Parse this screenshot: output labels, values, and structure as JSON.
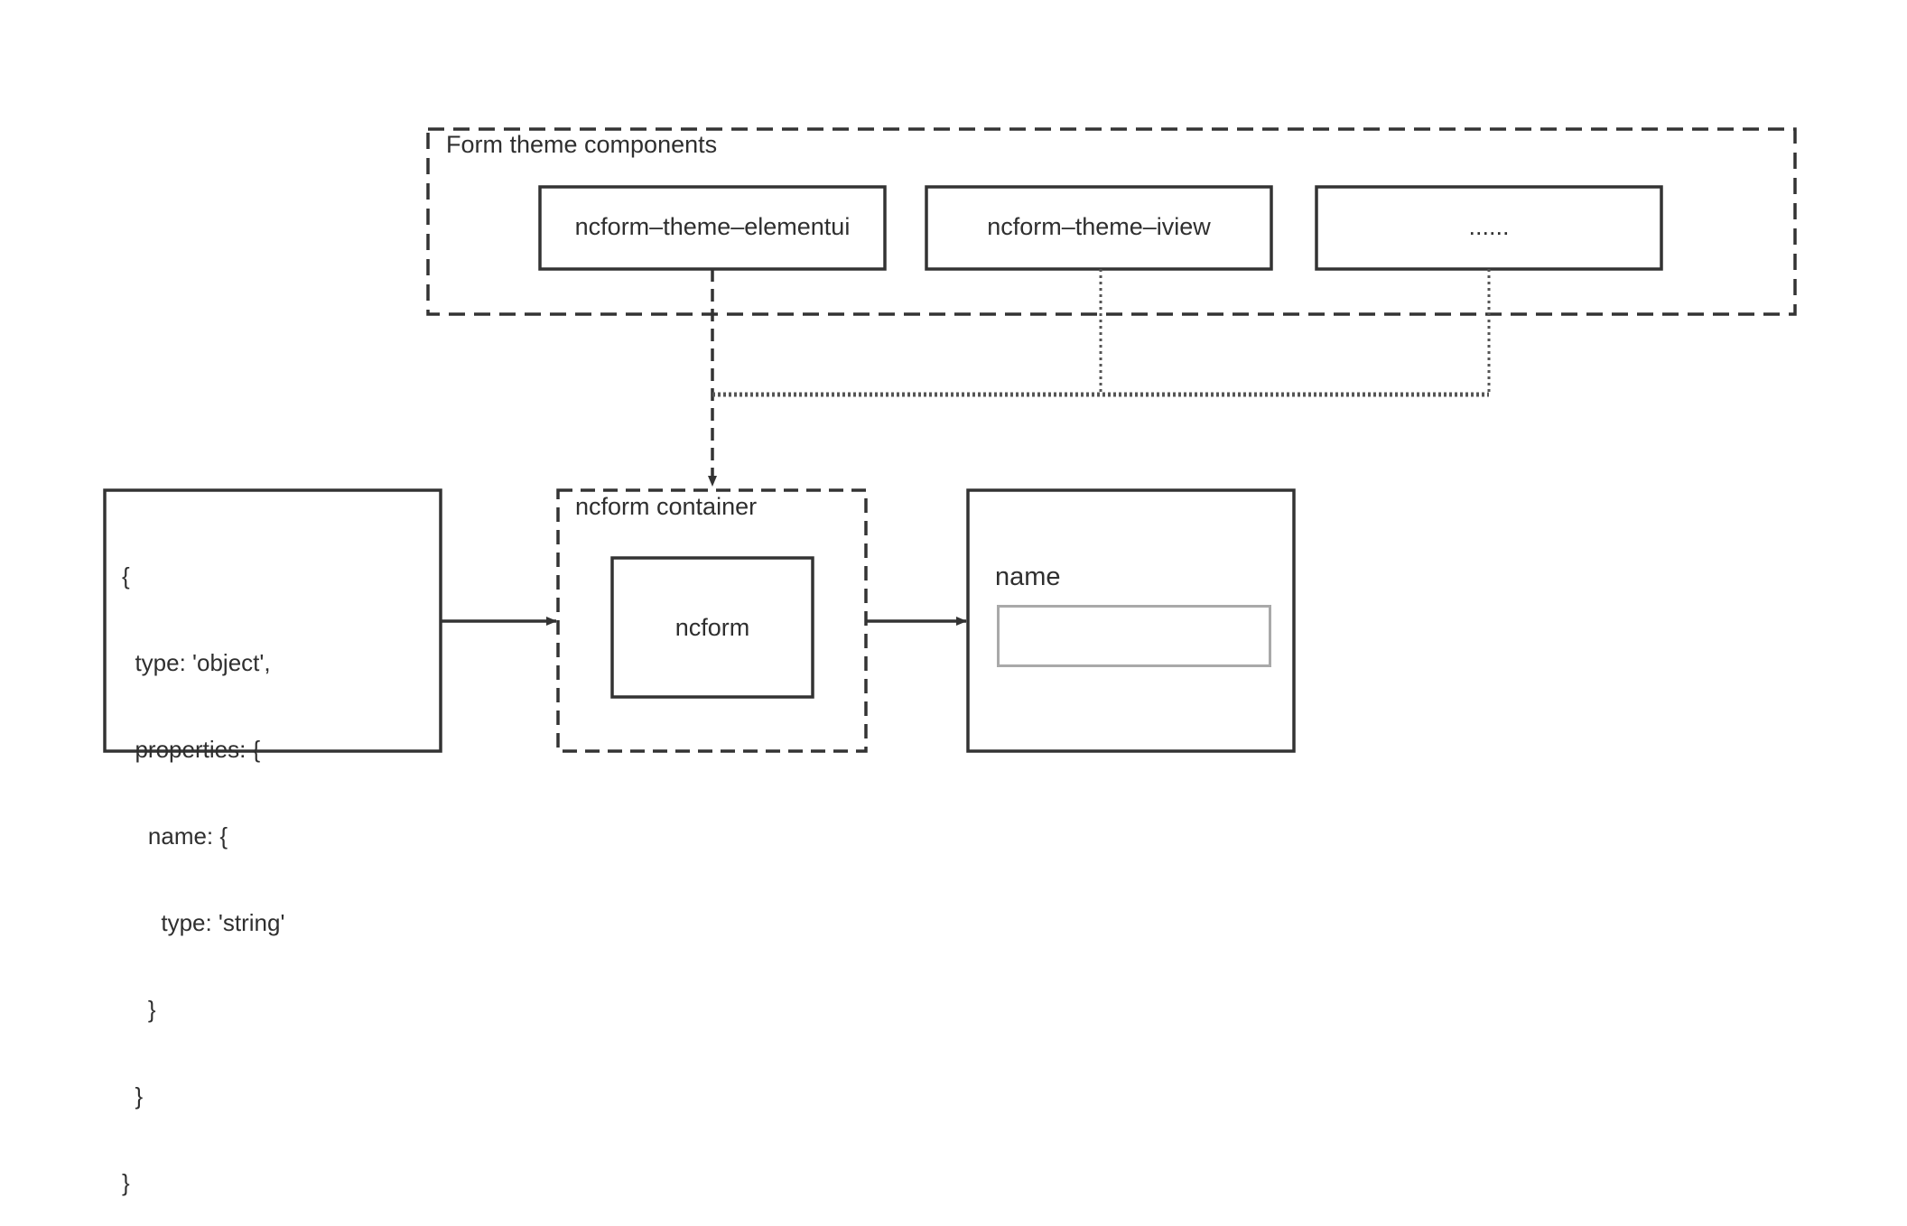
{
  "theme_group": {
    "title": "Form theme components",
    "items": [
      {
        "label": "ncform–theme–elementui"
      },
      {
        "label": "ncform–theme–iview"
      },
      {
        "label": "......"
      }
    ]
  },
  "schema_box": {
    "lines": [
      "{",
      "  type: 'object',",
      "  properties: {",
      "    name: {",
      "      type: 'string'",
      "    }",
      "  }",
      "}"
    ]
  },
  "container": {
    "title": "ncform container",
    "inner_label": "ncform"
  },
  "form_preview": {
    "field_label": "name",
    "field_value": ""
  },
  "colors": {
    "stroke": "#333333",
    "input_border": "#a9a9a9",
    "text": "#2f2f2f",
    "background": "#ffffff"
  }
}
